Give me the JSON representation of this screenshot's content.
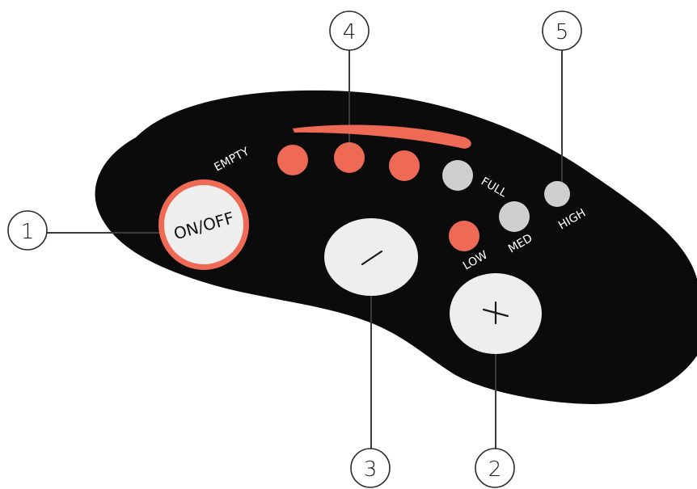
{
  "panel": {
    "color": "#0b0b0b",
    "indicator_on_color": "#ee6a55",
    "indicator_off_color": "#cfcfcf",
    "button_face_color": "#eeeeee"
  },
  "power_button": {
    "label": "ON/OFF",
    "ring_color": "#ee6a55"
  },
  "minus_button": {
    "symbol": "−",
    "icon": "minus-icon"
  },
  "plus_button": {
    "symbol": "+",
    "icon": "plus-icon"
  },
  "level_indicator": {
    "empty_label": "EMPTY",
    "full_label": "FULL",
    "lit_segments": 3,
    "total_segments": 4
  },
  "intensity_indicator": {
    "labels": [
      "LOW",
      "MED",
      "HIGH"
    ],
    "active": "LOW"
  },
  "callouts": {
    "power": "1",
    "plus": "2",
    "minus": "3",
    "level": "4",
    "intensity": "5"
  }
}
